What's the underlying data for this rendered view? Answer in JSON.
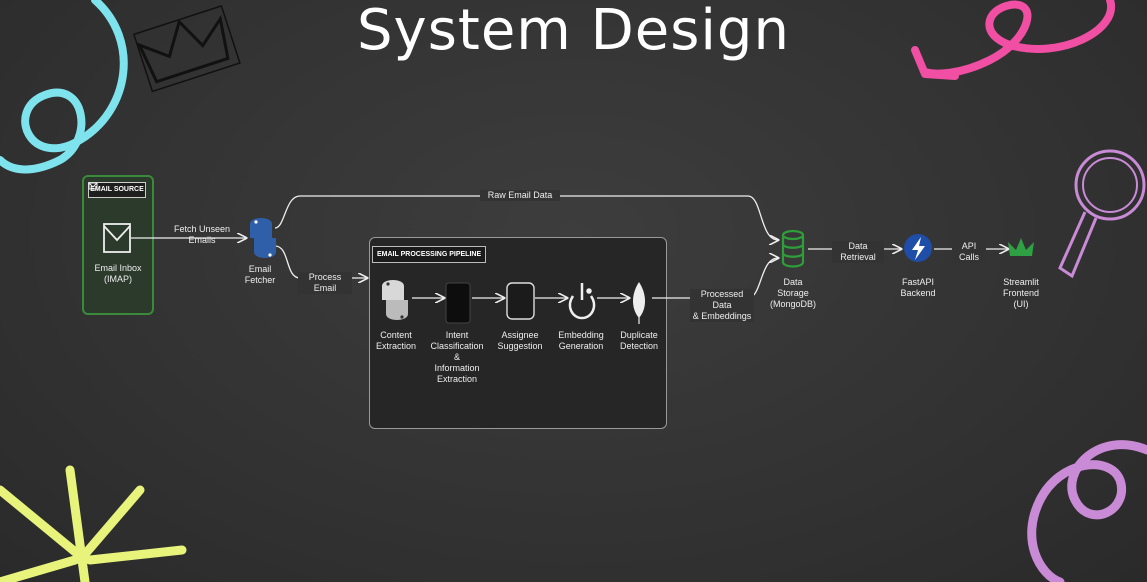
{
  "title": "System Design",
  "source": {
    "header": "EMAIL SOURCE",
    "node_label": "Email Inbox\n(IMAP)"
  },
  "pipeline": {
    "header": "EMAIL PROCESSING PIPELINE"
  },
  "nodes": {
    "fetcher": "Email\nFetcher",
    "content": "Content\nExtraction",
    "intent": "Intent\nClassification\n&\nInformation\nExtraction",
    "assignee": "Assignee\nSuggestion",
    "embedding": "Embedding\nGeneration",
    "duplicate": "Duplicate\nDetection",
    "storage": "Data\nStorage\n(MongoDB)",
    "backend": "FastAPI\nBackend",
    "frontend": "Streamlit\nFrontend\n(UI)"
  },
  "edges": {
    "fetch_unseen": "Fetch Unseen\nEmails",
    "raw_email": "Raw Email Data",
    "process_email": "Process Email",
    "processed_data": "Processed Data\n& Embeddings",
    "data_retrieval": "Data Retrieval",
    "api_calls": "API Calls"
  },
  "colors": {
    "source_border": "#3b8a3b",
    "python_blue": "#2f5fa8",
    "mongo_green": "#2e9e3a",
    "fastapi_blue": "#1f4ea8",
    "streamlit_green": "#2fa043",
    "doodle_cyan": "#7fe3ee",
    "doodle_pink": "#f04fa3",
    "doodle_lilac": "#c98ad6",
    "doodle_yellow": "#e7f37a"
  }
}
